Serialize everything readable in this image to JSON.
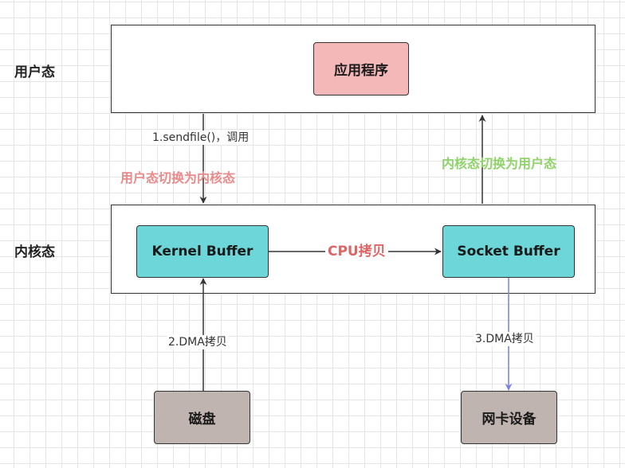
{
  "layers": {
    "user_space": "用户态",
    "kernel_space": "内核态"
  },
  "nodes": {
    "application": "应用程序",
    "kernel_buffer": "Kernel Buffer",
    "socket_buffer": "Socket Buffer",
    "disk": "磁盘",
    "nic": "网卡设备"
  },
  "edges": {
    "sendfile_call": "1.sendfile()，调用",
    "user_to_kernel_switch": "用户态切换为内核态",
    "kernel_to_user_switch": "内核态切换为用户态",
    "cpu_copy": "CPU拷贝",
    "dma_copy_disk": "2.DMA拷贝",
    "dma_copy_nic": "3.DMA拷贝"
  },
  "colors": {
    "application_fill": "#f4b8b8",
    "buffer_fill": "#6dd6d8",
    "device_fill": "#bfb4b0",
    "user_to_kernel_text": "#ea8a8a",
    "kernel_to_user_text": "#8fd36a",
    "cpu_copy_text": "#e06666",
    "nic_arrow": "#7b83e8"
  }
}
